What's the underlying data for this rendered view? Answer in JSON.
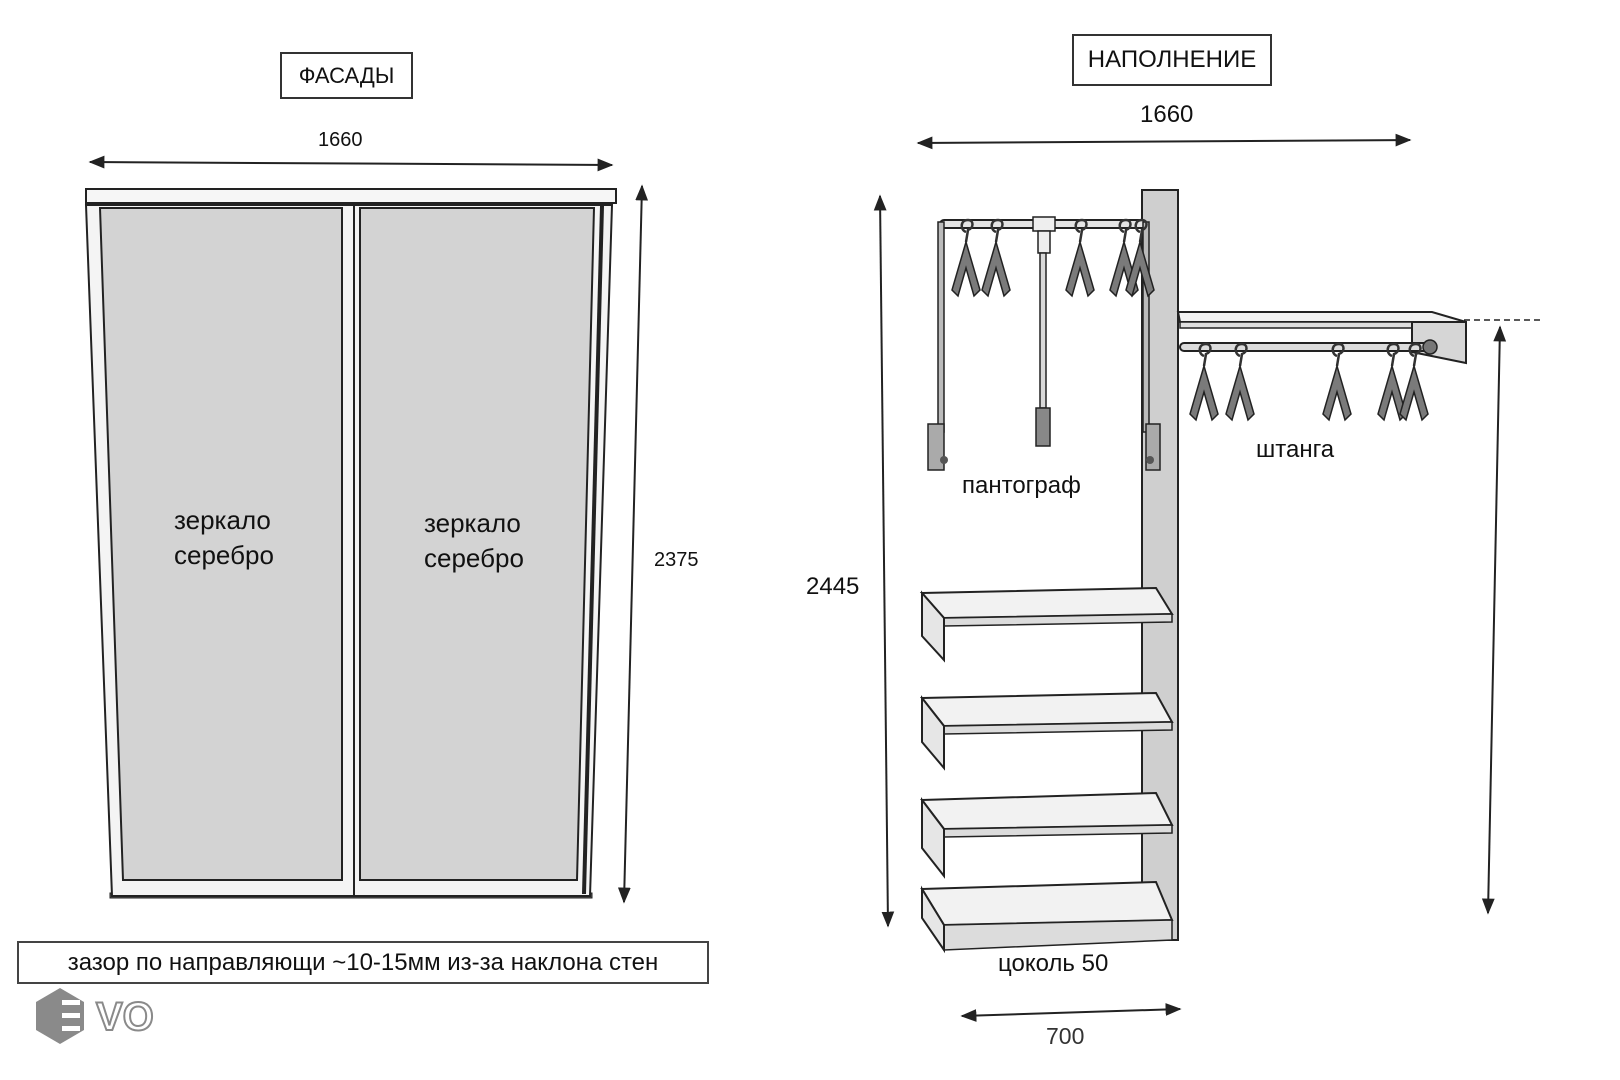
{
  "facades": {
    "title": "ФАСАДЫ",
    "width_dim": "1660",
    "height_dim": "2375",
    "door_left": {
      "line1": "зеркало",
      "line2": "серебро"
    },
    "door_right": {
      "line1": "зеркало",
      "line2": "серебро"
    }
  },
  "filling": {
    "title": "НАПОЛНЕНИЕ",
    "width_dim": "1660",
    "height_dim": "2445",
    "pantograph_label": "пантограф",
    "rod_label": "штанга",
    "plinth_label": "цоколь 50",
    "depth_dim": "700"
  },
  "note": "зазор по направляющи ~10-15мм из-за наклона стен",
  "logo": {
    "text": "VO"
  },
  "colors": {
    "line": "#222222",
    "mirror": "#d3d3d3",
    "panel": "#cfcfcf",
    "shelf": "#f2f2f2"
  }
}
